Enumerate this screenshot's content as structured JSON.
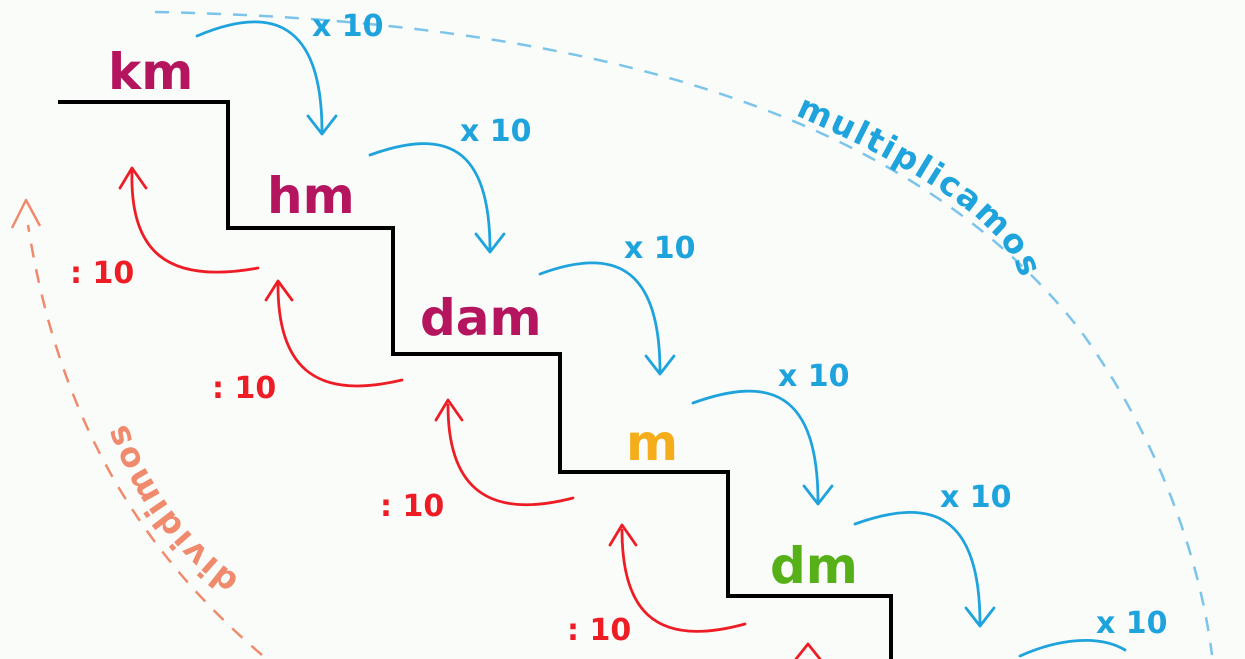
{
  "units": [
    {
      "label": "km",
      "color": "#b5155e"
    },
    {
      "label": "hm",
      "color": "#b5155e"
    },
    {
      "label": "dam",
      "color": "#b5155e"
    },
    {
      "label": "m",
      "color": "#f5ad1b"
    },
    {
      "label": "dm",
      "color": "#56b017"
    }
  ],
  "multiply_label": "x 10",
  "divide_label": ": 10",
  "multiply_word": "multiplicamos",
  "divide_word": "dividimos",
  "colors": {
    "stairs": "#000000",
    "multiply": "#1ea3dc",
    "multiply_dashed": "#7cc4ea",
    "divide": "#ee1d25",
    "divide_dashed": "#f08a6c"
  }
}
